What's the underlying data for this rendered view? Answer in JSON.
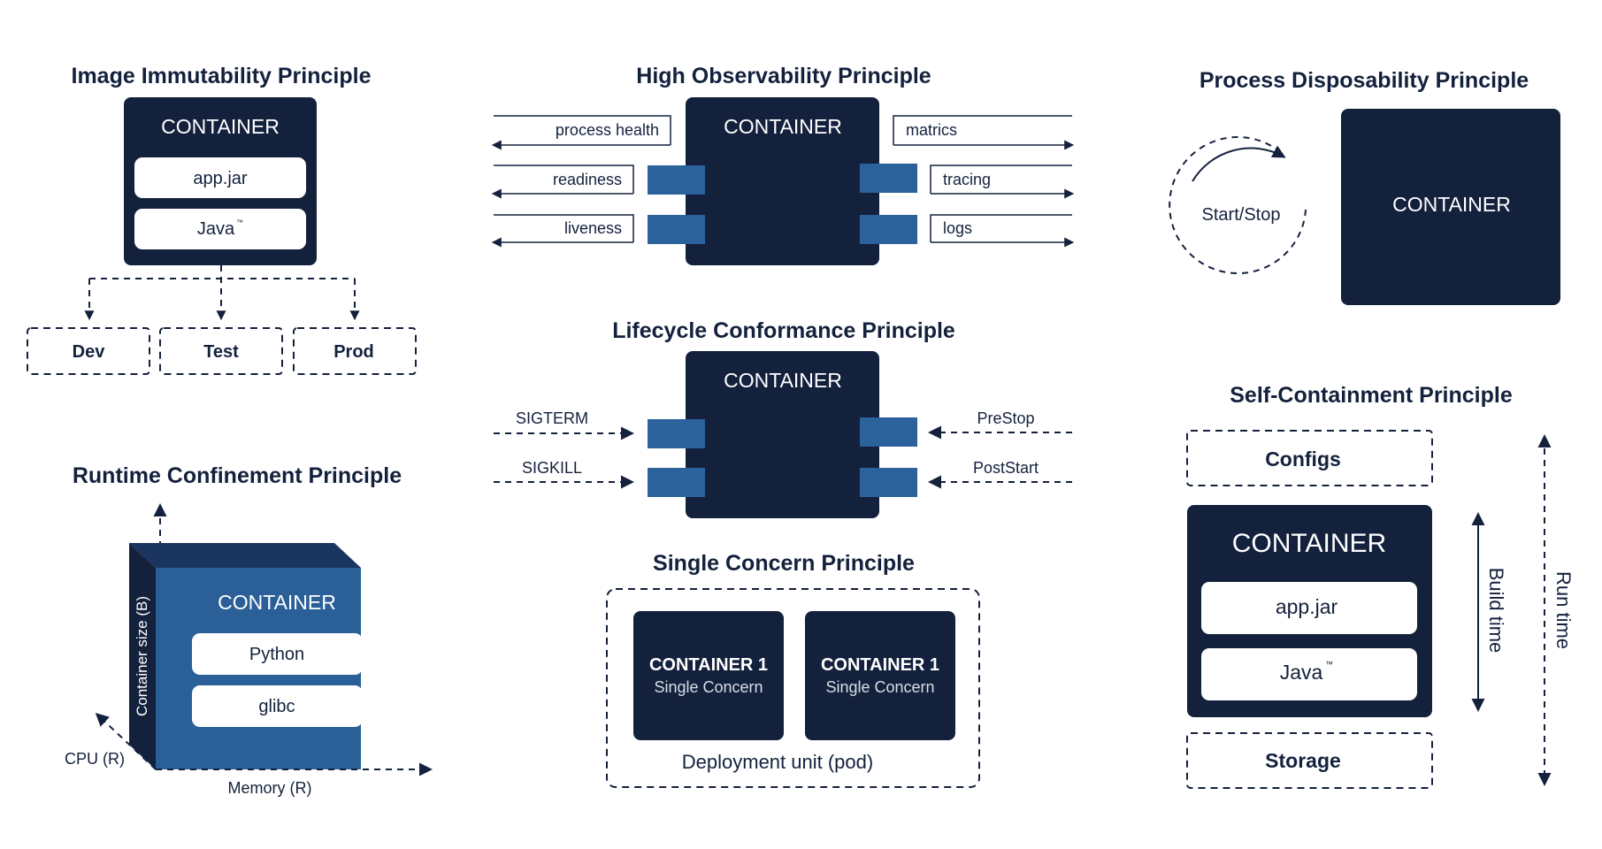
{
  "colors": {
    "navy": "#14213d",
    "blue": "#2a5f98",
    "port": "#2b629c",
    "white": "#ffffff"
  },
  "immutability": {
    "title": "Image Immutability Principle",
    "container": "CONTAINER",
    "items": [
      "app.jar",
      "Java"
    ],
    "trademark": "™",
    "envs": [
      "Dev",
      "Test",
      "Prod"
    ]
  },
  "observability": {
    "title": "High Observability Principle",
    "container": "CONTAINER",
    "left": [
      "process health",
      "readiness",
      "liveness"
    ],
    "right": [
      "matrics",
      "tracing",
      "logs"
    ]
  },
  "disposability": {
    "title": "Process Disposability Principle",
    "cycle_label": "Start/Stop",
    "container": "CONTAINER"
  },
  "lifecycle": {
    "title": "Lifecycle Conformance Principle",
    "container": "CONTAINER",
    "left": [
      "SIGTERM",
      "SIGKILL"
    ],
    "right": [
      "PreStop",
      "PostStart"
    ]
  },
  "runtime": {
    "title": "Runtime Confinement Principle",
    "container": "CONTAINER",
    "items": [
      "Python",
      "glibc"
    ],
    "axis_vertical": "Container size (B)",
    "axis_cpu": "CPU (R)",
    "axis_memory": "Memory (R)"
  },
  "single_concern": {
    "title": "Single Concern Principle",
    "containers": [
      {
        "name": "CONTAINER 1",
        "sub": "Single Concern"
      },
      {
        "name": "CONTAINER 1",
        "sub": "Single Concern"
      }
    ],
    "unit_label": "Deployment unit (pod)"
  },
  "self_containment": {
    "title": "Self-Containment Principle",
    "configs": "Configs",
    "container": "CONTAINER",
    "items": [
      "app.jar",
      "Java"
    ],
    "trademark": "™",
    "storage": "Storage",
    "build_time": "Build time",
    "run_time": "Run time"
  }
}
